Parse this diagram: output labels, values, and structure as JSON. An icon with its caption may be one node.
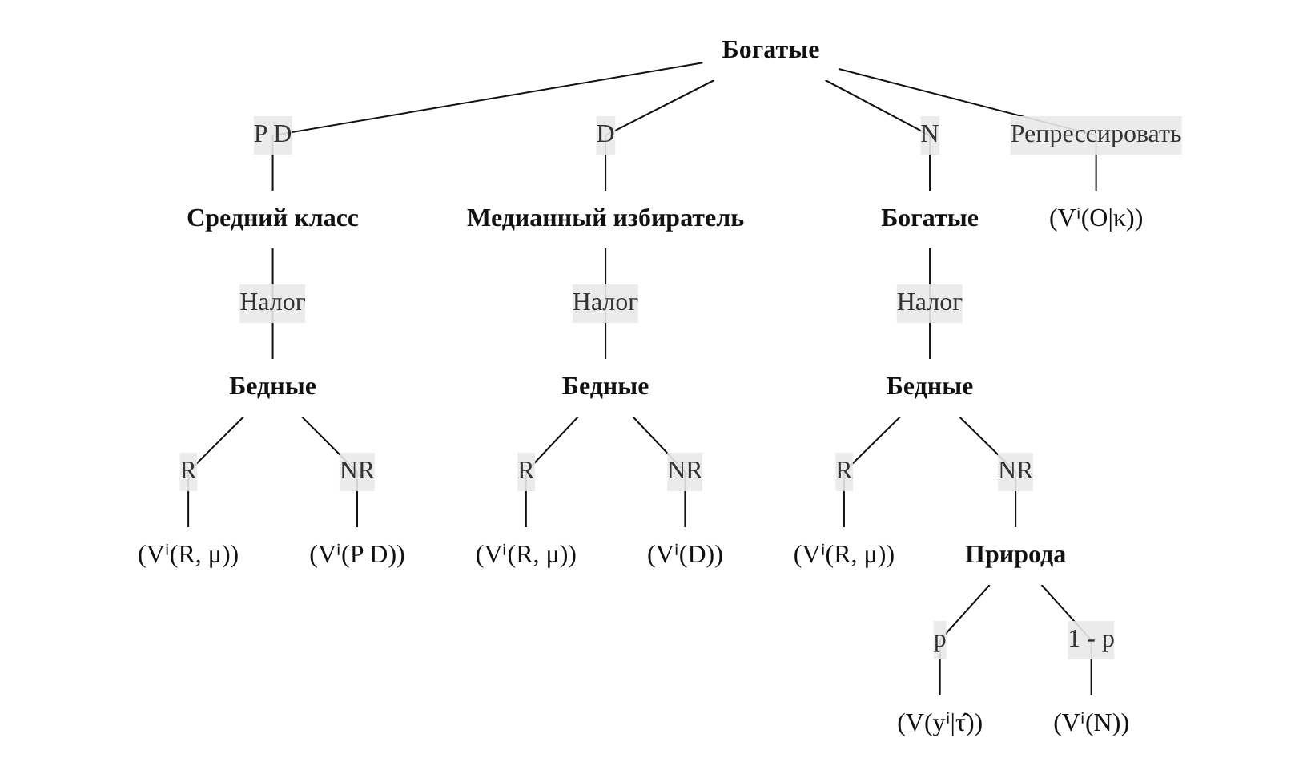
{
  "diagram": {
    "nodes": [
      {
        "text": [
          "Богатые"
        ]
      },
      {
        "text": [
          "Средний класс"
        ]
      },
      {
        "text": [
          "Медианный избиратель"
        ]
      },
      {
        "text": [
          "Богатые"
        ]
      },
      {
        "text": [
          "(Vⁱ(O|κ))"
        ]
      },
      {
        "text": [
          "Бедные"
        ]
      },
      {
        "text": [
          "Бедные"
        ]
      },
      {
        "text": [
          "Бедные"
        ]
      },
      {
        "text": [
          "Природа"
        ]
      },
      {
        "text": [
          "(Vⁱ(R, μ))"
        ]
      },
      {
        "text": [
          "(Vⁱ(P D))"
        ]
      },
      {
        "text": [
          "(Vⁱ(R, μ))"
        ]
      },
      {
        "text": [
          "(Vⁱ(D))"
        ]
      },
      {
        "text": [
          "(Vⁱ(R, μ))"
        ]
      },
      {
        "text": [
          "(V(yⁱ|τ̂))"
        ]
      },
      {
        "text": [
          "(Vⁱ(N))"
        ]
      }
    ],
    "edges": [
      {
        "from": 0,
        "to": 1,
        "arrow": "none",
        "label": "P D"
      },
      {
        "from": 0,
        "to": 2,
        "arrow": "none",
        "label": "D"
      },
      {
        "from": 0,
        "to": 3,
        "arrow": "none",
        "label": "N"
      },
      {
        "from": 0,
        "to": 4,
        "arrow": "none",
        "label": "Репрессировать"
      },
      {
        "from": 1,
        "to": 5,
        "arrow": "none",
        "label": "Налог"
      },
      {
        "from": 2,
        "to": 6,
        "arrow": "none",
        "label": "Налог"
      },
      {
        "from": 3,
        "to": 7,
        "arrow": "none",
        "label": "Налог"
      },
      {
        "from": 5,
        "to": 9,
        "arrow": "none",
        "label": "R"
      },
      {
        "from": 5,
        "to": 10,
        "arrow": "none",
        "label": "NR"
      },
      {
        "from": 6,
        "to": 11,
        "arrow": "none",
        "label": "R"
      },
      {
        "from": 6,
        "to": 12,
        "arrow": "none",
        "label": "NR"
      },
      {
        "from": 7,
        "to": 13,
        "arrow": "none",
        "label": "R"
      },
      {
        "from": 7,
        "to": 8,
        "arrow": "none",
        "label": "NR"
      },
      {
        "from": 8,
        "to": 14,
        "arrow": "none",
        "label": "p"
      },
      {
        "from": 8,
        "to": 15,
        "arrow": "none",
        "label": "1 - p"
      }
    ]
  }
}
